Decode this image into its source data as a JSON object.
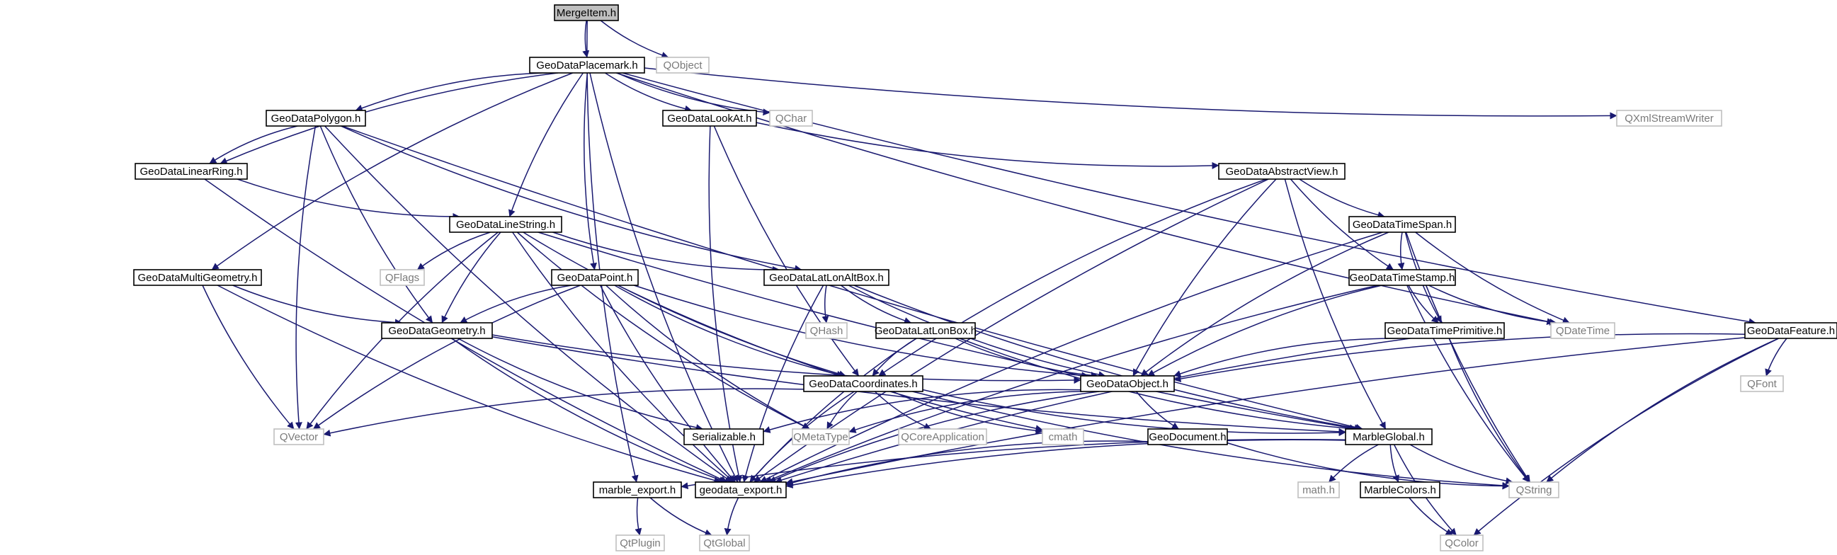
{
  "colors": {
    "edge": "#191970",
    "root_fill": "#bfbfbf",
    "local_border": "#000000",
    "external_border": "#bfbfbf",
    "external_text": "#7a7a7a"
  },
  "nodes": {
    "mergeitem": {
      "label": "MergeItem.h",
      "kind": "root"
    },
    "qobject": {
      "label": "QObject",
      "kind": "external"
    },
    "placemark": {
      "label": "GeoDataPlacemark.h",
      "kind": "local"
    },
    "polygon": {
      "label": "GeoDataPolygon.h",
      "kind": "local"
    },
    "lookat": {
      "label": "GeoDataLookAt.h",
      "kind": "local"
    },
    "qchar": {
      "label": "QChar",
      "kind": "external"
    },
    "qxml": {
      "label": "QXmlStreamWriter",
      "kind": "external"
    },
    "linearring": {
      "label": "GeoDataLinearRing.h",
      "kind": "local"
    },
    "abstractview": {
      "label": "GeoDataAbstractView.h",
      "kind": "local"
    },
    "linestring": {
      "label": "GeoDataLineString.h",
      "kind": "local"
    },
    "timespan": {
      "label": "GeoDataTimeSpan.h",
      "kind": "local"
    },
    "multigeom": {
      "label": "GeoDataMultiGeometry.h",
      "kind": "local"
    },
    "qflags": {
      "label": "QFlags",
      "kind": "external"
    },
    "point": {
      "label": "GeoDataPoint.h",
      "kind": "local"
    },
    "latlonaltbox": {
      "label": "GeoDataLatLonAltBox.h",
      "kind": "local"
    },
    "timestamp": {
      "label": "GeoDataTimeStamp.h",
      "kind": "local"
    },
    "qhash": {
      "label": "QHash",
      "kind": "external"
    },
    "latlonbox": {
      "label": "GeoDataLatLonBox.h",
      "kind": "local"
    },
    "timeprimitive": {
      "label": "GeoDataTimePrimitive.h",
      "kind": "local"
    },
    "qdatetime": {
      "label": "QDateTime",
      "kind": "external"
    },
    "feature": {
      "label": "GeoDataFeature.h",
      "kind": "local"
    },
    "geometry": {
      "label": "GeoDataGeometry.h",
      "kind": "local"
    },
    "coordinates": {
      "label": "GeoDataCoordinates.h",
      "kind": "local"
    },
    "object": {
      "label": "GeoDataObject.h",
      "kind": "local"
    },
    "qfont": {
      "label": "QFont",
      "kind": "external"
    },
    "qvector": {
      "label": "QVector",
      "kind": "external"
    },
    "serializable": {
      "label": "Serializable.h",
      "kind": "local"
    },
    "qmetatype": {
      "label": "QMetaType",
      "kind": "external"
    },
    "qcoreapp": {
      "label": "QCoreApplication",
      "kind": "external"
    },
    "cmath": {
      "label": "cmath",
      "kind": "external"
    },
    "geodocument": {
      "label": "GeoDocument.h",
      "kind": "local"
    },
    "marbleglobal": {
      "label": "MarbleGlobal.h",
      "kind": "local"
    },
    "marbleexport": {
      "label": "marble_export.h",
      "kind": "local"
    },
    "geodataexport": {
      "label": "geodata_export.h",
      "kind": "local"
    },
    "mathh": {
      "label": "math.h",
      "kind": "external"
    },
    "qstring": {
      "label": "QString",
      "kind": "external"
    },
    "marblecolors": {
      "label": "MarbleColors.h",
      "kind": "local"
    },
    "qtplugin": {
      "label": "QtPlugin",
      "kind": "external"
    },
    "qtglobal": {
      "label": "QtGlobal",
      "kind": "external"
    },
    "qcolor": {
      "label": "QColor",
      "kind": "external"
    }
  },
  "edges": [
    [
      "mergeitem",
      "placemark"
    ],
    [
      "mergeitem",
      "qobject"
    ],
    [
      "mergeitem",
      "marbleexport"
    ],
    [
      "placemark",
      "polygon"
    ],
    [
      "placemark",
      "lookat"
    ],
    [
      "placemark",
      "qchar"
    ],
    [
      "placemark",
      "qxml"
    ],
    [
      "placemark",
      "linearring"
    ],
    [
      "placemark",
      "linestring"
    ],
    [
      "placemark",
      "point"
    ],
    [
      "placemark",
      "multigeom"
    ],
    [
      "placemark",
      "feature"
    ],
    [
      "placemark",
      "qdatetime"
    ],
    [
      "placemark",
      "geodataexport"
    ],
    [
      "polygon",
      "linearring"
    ],
    [
      "polygon",
      "latlonaltbox"
    ],
    [
      "polygon",
      "geometry"
    ],
    [
      "polygon",
      "qvector"
    ],
    [
      "polygon",
      "marbleglobal"
    ],
    [
      "polygon",
      "geodataexport"
    ],
    [
      "lookat",
      "abstractview"
    ],
    [
      "lookat",
      "coordinates"
    ],
    [
      "lookat",
      "geodataexport"
    ],
    [
      "linearring",
      "linestring"
    ],
    [
      "linearring",
      "geodataexport"
    ],
    [
      "linestring",
      "qflags"
    ],
    [
      "linestring",
      "latlonaltbox"
    ],
    [
      "linestring",
      "geometry"
    ],
    [
      "linestring",
      "coordinates"
    ],
    [
      "linestring",
      "qvector"
    ],
    [
      "linestring",
      "qmetatype"
    ],
    [
      "linestring",
      "marbleglobal"
    ],
    [
      "linestring",
      "geodataexport"
    ],
    [
      "multigeom",
      "geometry"
    ],
    [
      "multigeom",
      "qvector"
    ],
    [
      "multigeom",
      "geodataexport"
    ],
    [
      "point",
      "geometry"
    ],
    [
      "point",
      "coordinates"
    ],
    [
      "point",
      "object"
    ],
    [
      "point",
      "qvector"
    ],
    [
      "point",
      "qmetatype"
    ],
    [
      "point",
      "cmath"
    ],
    [
      "point",
      "geodataexport"
    ],
    [
      "abstractview",
      "timespan"
    ],
    [
      "abstractview",
      "timestamp"
    ],
    [
      "abstractview",
      "object"
    ],
    [
      "abstractview",
      "coordinates"
    ],
    [
      "abstractview",
      "marbleglobal"
    ],
    [
      "abstractview",
      "geodataexport"
    ],
    [
      "timespan",
      "timestamp"
    ],
    [
      "timespan",
      "timeprimitive"
    ],
    [
      "timespan",
      "qdatetime"
    ],
    [
      "timespan",
      "object"
    ],
    [
      "timespan",
      "qstring"
    ],
    [
      "timespan",
      "geodataexport"
    ],
    [
      "timestamp",
      "timeprimitive"
    ],
    [
      "timestamp",
      "qdatetime"
    ],
    [
      "timestamp",
      "object"
    ],
    [
      "timestamp",
      "qstring"
    ],
    [
      "timestamp",
      "geodataexport"
    ],
    [
      "latlonaltbox",
      "qhash"
    ],
    [
      "latlonaltbox",
      "latlonbox"
    ],
    [
      "latlonaltbox",
      "object"
    ],
    [
      "latlonaltbox",
      "marbleglobal"
    ],
    [
      "latlonaltbox",
      "geodataexport"
    ],
    [
      "latlonbox",
      "coordinates"
    ],
    [
      "latlonbox",
      "object"
    ],
    [
      "latlonbox",
      "marbleglobal"
    ],
    [
      "latlonbox",
      "geodataexport"
    ],
    [
      "timeprimitive",
      "object"
    ],
    [
      "timeprimitive",
      "qstring"
    ],
    [
      "timeprimitive",
      "geodataexport"
    ],
    [
      "feature",
      "object"
    ],
    [
      "feature",
      "qfont"
    ],
    [
      "feature",
      "qstring"
    ],
    [
      "feature",
      "qcolor"
    ],
    [
      "feature",
      "geodataexport"
    ],
    [
      "geometry",
      "object"
    ],
    [
      "geometry",
      "serializable"
    ],
    [
      "geometry",
      "marbleglobal"
    ],
    [
      "geometry",
      "geodataexport"
    ],
    [
      "coordinates",
      "qvector"
    ],
    [
      "coordinates",
      "qmetatype"
    ],
    [
      "coordinates",
      "qcoreapp"
    ],
    [
      "coordinates",
      "cmath"
    ],
    [
      "coordinates",
      "marbleglobal"
    ],
    [
      "coordinates",
      "qstring"
    ],
    [
      "coordinates",
      "geodataexport"
    ],
    [
      "object",
      "serializable"
    ],
    [
      "object",
      "geodocument"
    ],
    [
      "object",
      "qmetatype"
    ],
    [
      "object",
      "geodataexport"
    ],
    [
      "geodocument",
      "qstring"
    ],
    [
      "geodocument",
      "geodataexport"
    ],
    [
      "marbleglobal",
      "mathh"
    ],
    [
      "marbleglobal",
      "qstring"
    ],
    [
      "marbleglobal",
      "marblecolors"
    ],
    [
      "marbleglobal",
      "qcolor"
    ],
    [
      "marbleglobal",
      "marbleexport"
    ],
    [
      "marbleglobal",
      "geodataexport"
    ],
    [
      "marbleexport",
      "qtplugin"
    ],
    [
      "marbleexport",
      "qtglobal"
    ],
    [
      "geodataexport",
      "qtglobal"
    ],
    [
      "marblecolors",
      "qcolor"
    ]
  ]
}
